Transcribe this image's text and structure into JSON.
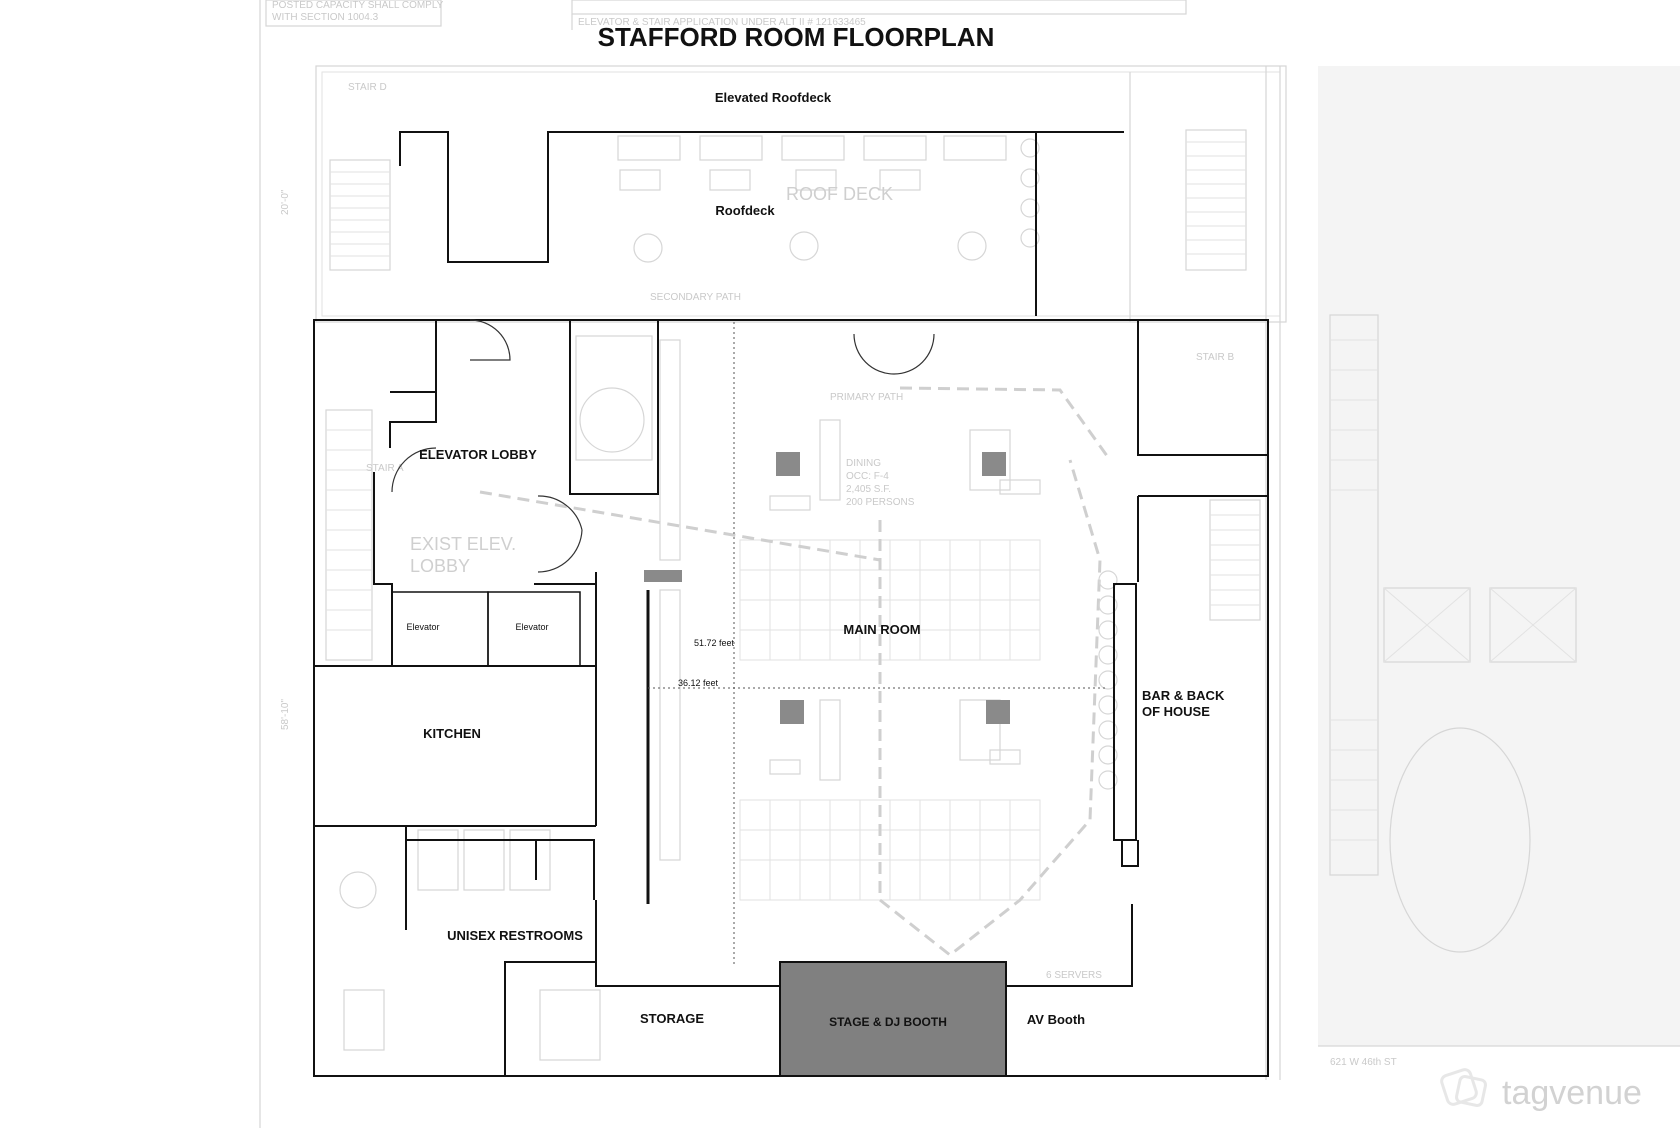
{
  "title": "STAFFORD ROOM FLOORPLAN",
  "header_notes": {
    "capacity_line1": "POSTED CAPACITY SHALL COMPLY",
    "capacity_line2": "WITH SECTION 1004.3",
    "elevator_app": "ELEVATOR & STAIR APPLICATION UNDER ALT II # 121633465"
  },
  "rooms": {
    "elevated_roofdeck": "Elevated Roofdeck",
    "roofdeck": "Roofdeck",
    "elevator_lobby": "ELEVATOR LOBBY",
    "main_room": "MAIN ROOM",
    "kitchen": "KITCHEN",
    "unisex_restrooms": "UNISEX RESTROOMS",
    "storage": "STORAGE",
    "stage_dj_booth": "STAGE & DJ BOOTH",
    "av_booth": "AV Booth",
    "bar_back_line1": "BAR & BACK",
    "bar_back_line2": "OF HOUSE",
    "elevator_left": "Elevator",
    "elevator_right": "Elevator"
  },
  "dimensions": {
    "vertical_span": "51.72 feet",
    "horizontal_span": "36.12 feet"
  },
  "background_text": {
    "exist_elev_line1": "EXIST ELEV.",
    "exist_elev_line2": "LOBBY",
    "roof_deck": "ROOF DECK",
    "dining_line1": "DINING",
    "dining_line2": "OCC: F-4",
    "dining_line3": "2,405 S.F.",
    "dining_line4": "200 PERSONS",
    "dim_20": "20'-0\"",
    "dim_58": "58'-10\"",
    "address": "621 W 46th ST",
    "primary_path": "PRIMARY PATH",
    "secondary_path": "SECONDARY PATH",
    "stair_a": "STAIR A",
    "stair_b": "STAIR B",
    "stair_d": "STAIR D",
    "servers": "6 SERVERS"
  },
  "watermark": "tagvenue",
  "colors": {
    "wall": "#111111",
    "stage_fill": "#808080",
    "column_fill": "#8a8a8a",
    "faint_lines": "#d6d6d6",
    "right_panel": "#f2f2f2"
  },
  "icons": [
    "tagvenue-logo-icon"
  ]
}
